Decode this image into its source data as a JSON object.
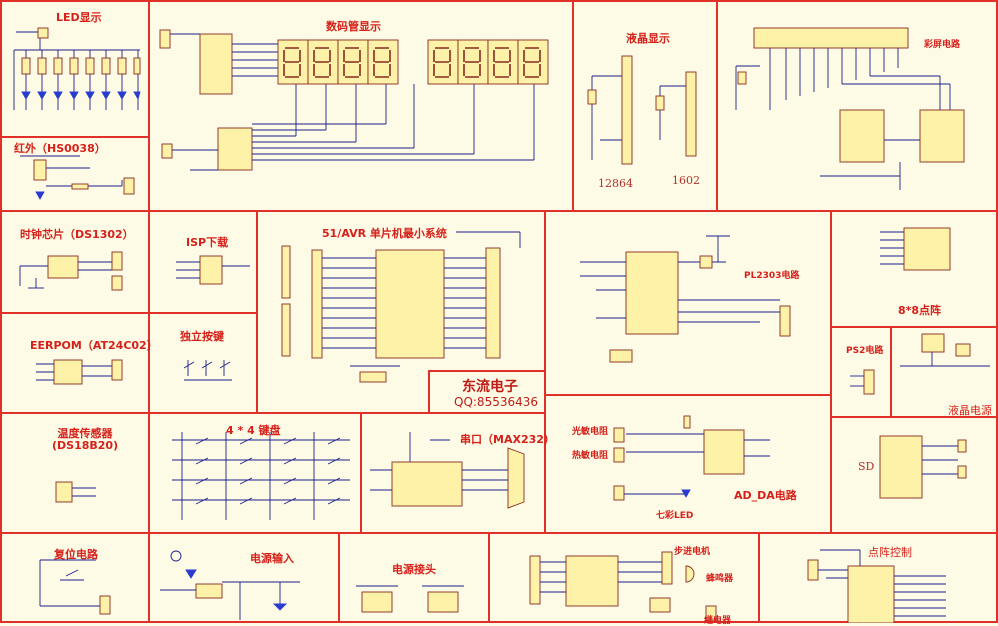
{
  "sections": {
    "led": "LED显示",
    "seg": "数码管显示",
    "lcd": "液晶显示",
    "lcd_12864": "12864",
    "lcd_1602": "1602",
    "dot_matrix_shift": "彩屏电路",
    "ir": "红外（HS0038）",
    "rtc": "时钟芯片（DS1302）",
    "isp": "ISP下载",
    "mcu": "51/AVR 单片机最小系统",
    "pl2303": "PL2303电路",
    "matrix8": "8*8点阵",
    "eeprom": "EERPOM（AT24C02）",
    "keys": "独立按键",
    "brand": "东流电子",
    "qq": "QQ:85536436",
    "ps2": "PS2电路",
    "lcd_power": "液晶电源",
    "temp": "温度传感器\n(DS18B20)",
    "keypad": "4 * 4 键盘",
    "serial": "串口（MAX232）",
    "photo": "光敏电阻",
    "thermistor": "热敏电阻",
    "adda": "AD_DA电路",
    "led7": "七彩LED",
    "sd": "SD",
    "reset": "复位电路",
    "power_in": "电源输入",
    "power_jack": "电源接头",
    "stepper": "步进电机",
    "buzzer": "蜂鸣器",
    "relay": "继电器",
    "dot_ctrl": "点阵控制"
  },
  "colors": {
    "border": "#e0302a",
    "wire": "#1b1f8a",
    "chip_fill": "#fdf2a8",
    "chip_stroke": "#8a2a1e",
    "title": "#d6211b",
    "background": "#fdfbe6"
  }
}
